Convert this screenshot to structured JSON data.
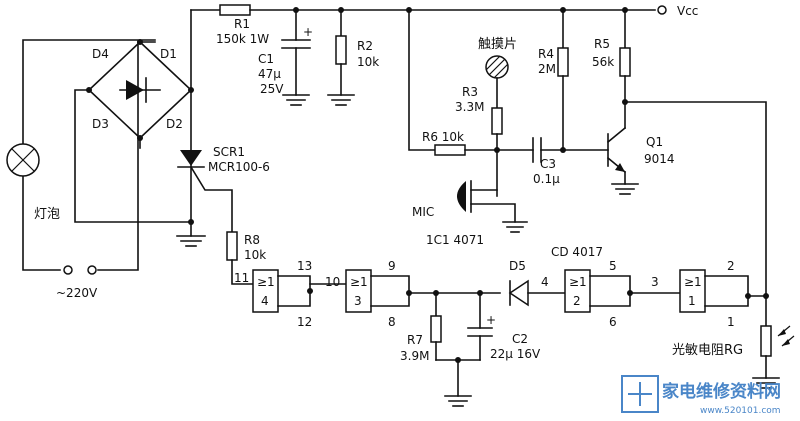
{
  "labels": {
    "vcc": "Vcc",
    "bulb": "灯泡",
    "mains": "~220V",
    "d1": "D1",
    "d2": "D2",
    "d3": "D3",
    "d4": "D4",
    "scr_ref": "SCR1",
    "scr_val": "MCR100-6",
    "r1_ref": "R1",
    "r1_val": "150k 1W",
    "c1_ref": "C1",
    "c1_val1": "47μ",
    "c1_val2": "25V",
    "r2_ref": "R2",
    "r2_val": "10k",
    "touch": "触摸片",
    "r3_ref": "R3",
    "r3_val": "3.3M",
    "r4_ref": "R4",
    "r4_val": "2M",
    "r5_ref": "R5",
    "r5_val": "56k",
    "r6": "R6 10k",
    "c3_ref": "C3",
    "c3_val": "0.1μ",
    "q1_ref": "Q1",
    "q1_val": "9014",
    "mic": "MIC",
    "ic1": "1C1 4071",
    "r8_ref": "R8",
    "r8_val": "10k",
    "ic_cd": "CD 4017",
    "d5": "D5",
    "r7_ref": "R7",
    "r7_val": "3.9M",
    "c2_ref": "C2",
    "c2_val": "22μ 16V",
    "rg": "光敏电阻RG",
    "plus1": "+",
    "plus2": "+",
    "gate_sym": "≥1",
    "g4": "4",
    "g3": "3",
    "g2": "2",
    "g1": "1",
    "p11": "11",
    "p13": "13",
    "p12": "12",
    "p10": "10",
    "p9": "9",
    "p8": "8",
    "p4": "4",
    "p5": "5",
    "p6": "6",
    "p3": "3",
    "p2": "2",
    "p1": "1",
    "wm_title": "家电维修资料网",
    "wm_url": "www.520101.com"
  },
  "colors": {
    "ink": "#111111",
    "watermark": "#4a86c8",
    "background": "#ffffff"
  }
}
